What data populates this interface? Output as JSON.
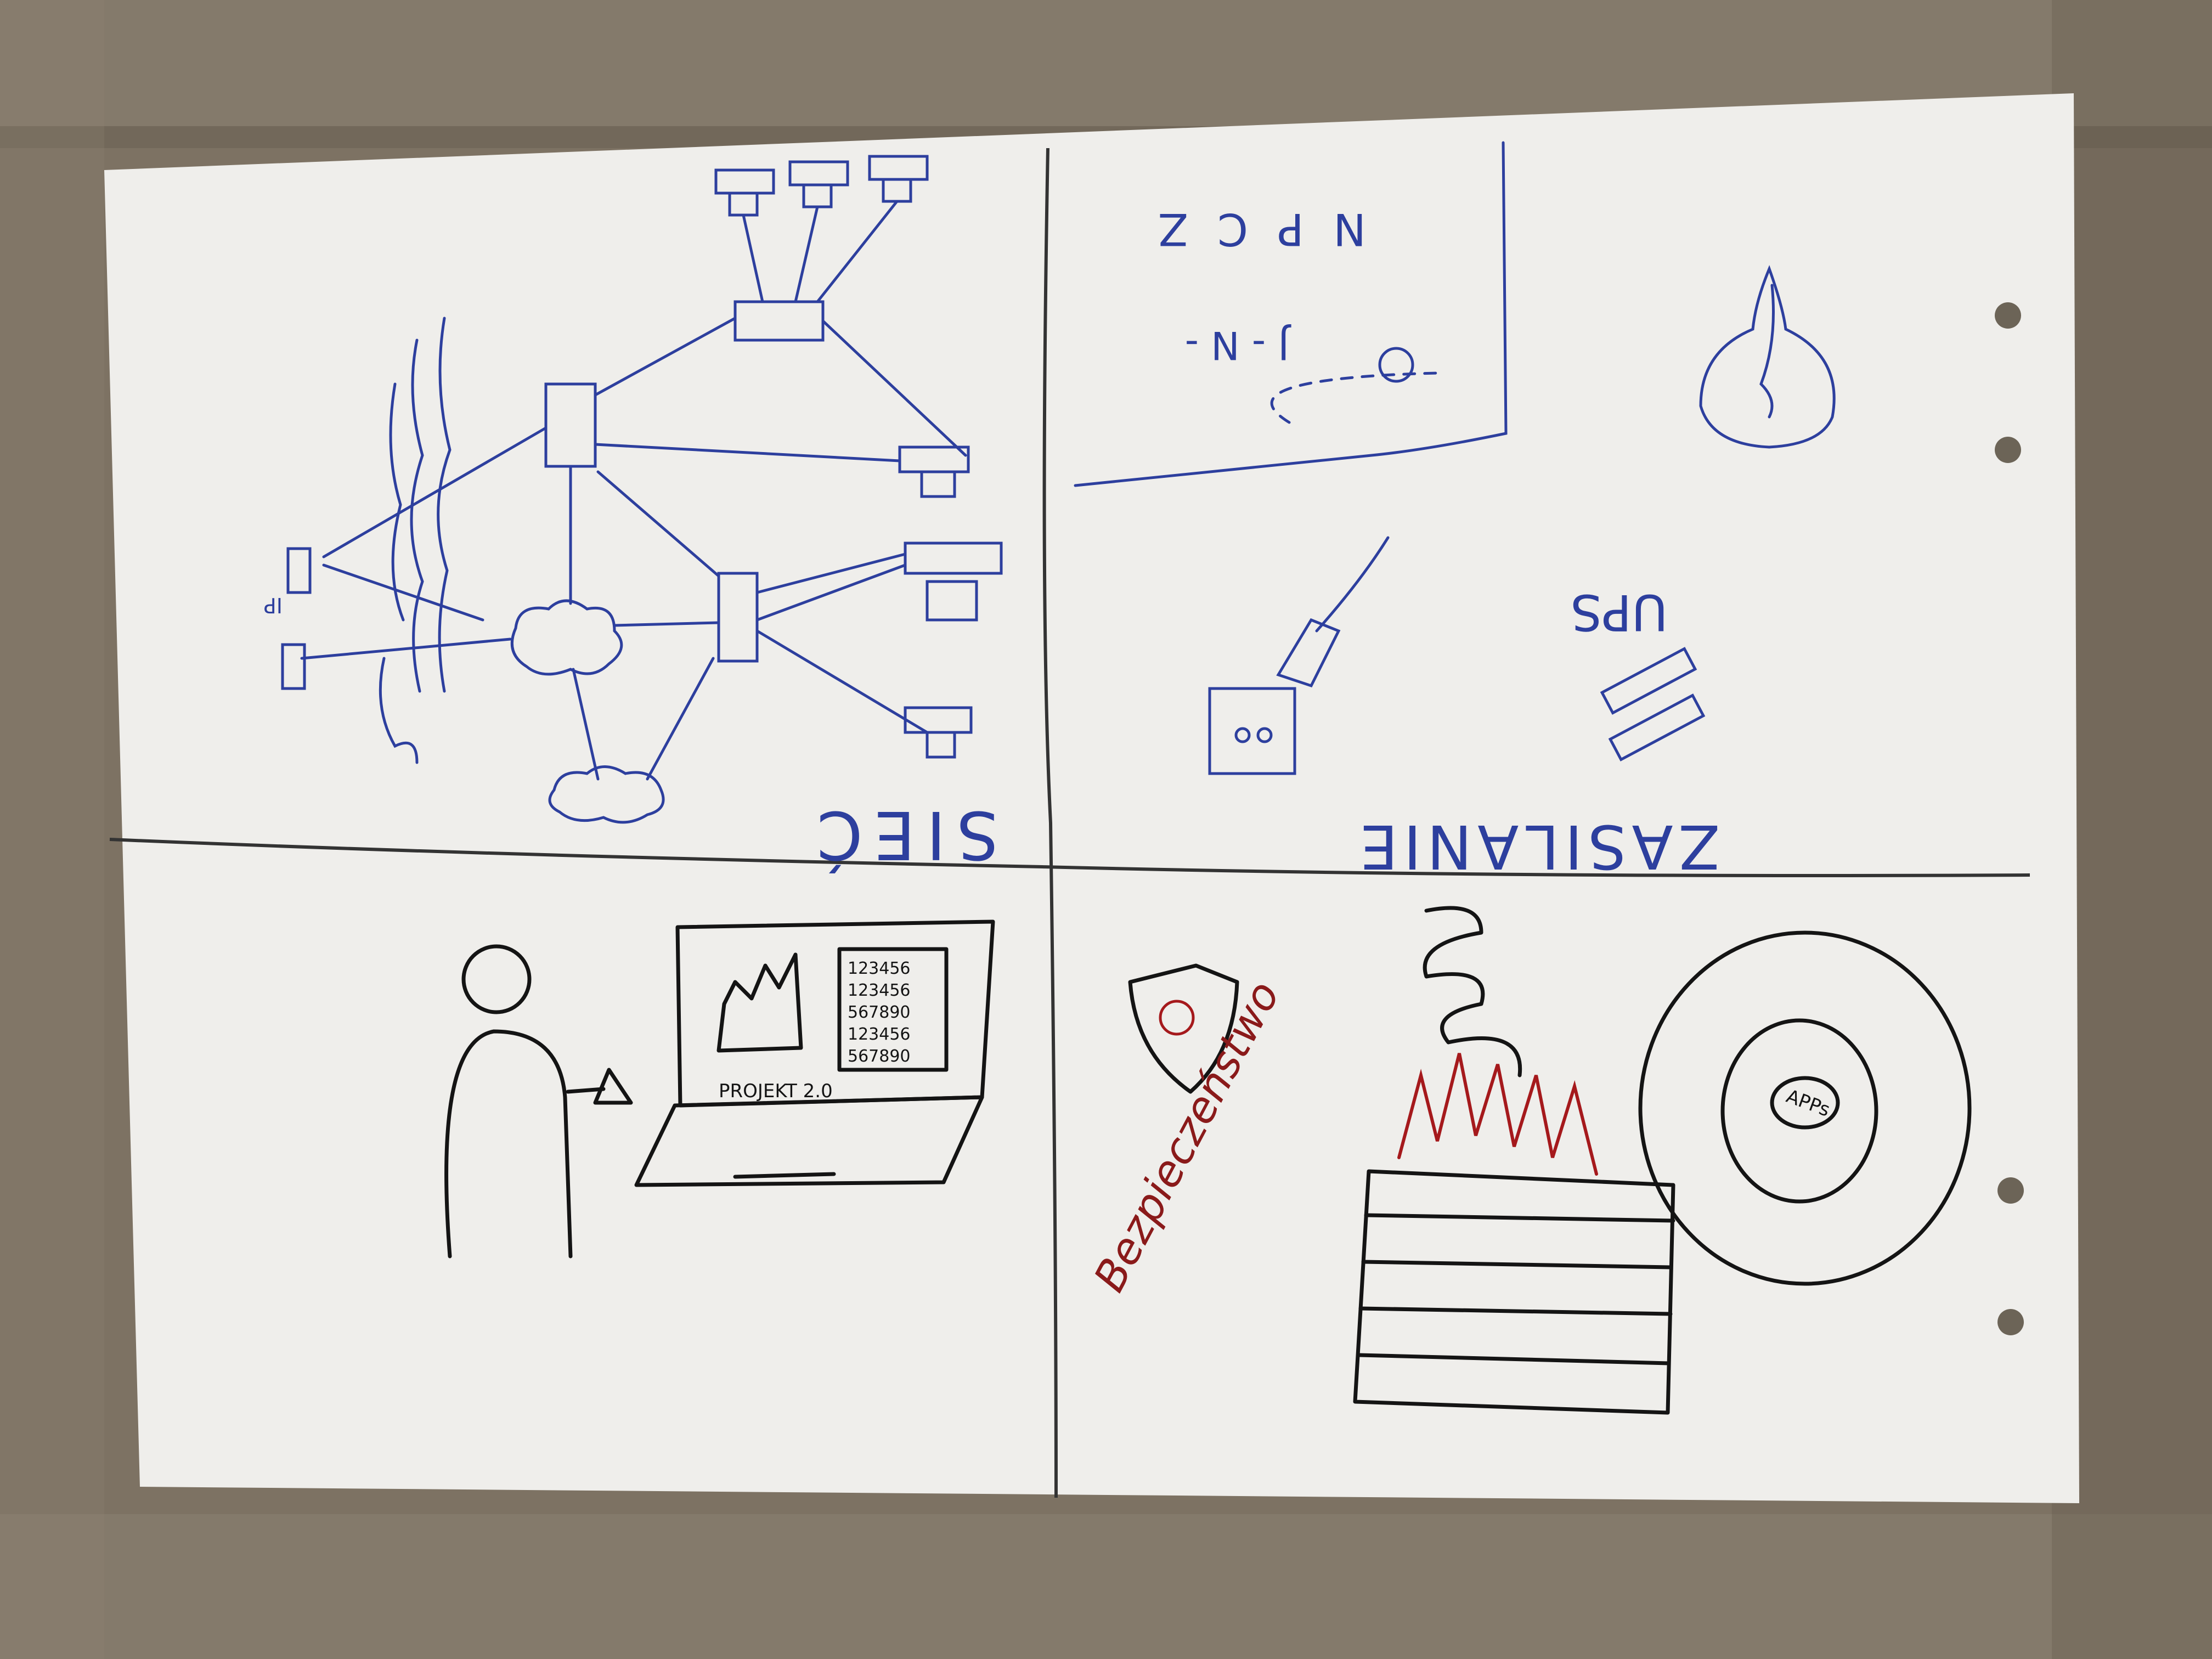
{
  "photo": {
    "floor_color": "#7d7263",
    "floor_plank_light": "#8f8575",
    "floor_plank_dark": "#5f564a",
    "paper_color": "#efeeeb",
    "ink_blue": "#2d3f9e",
    "ink_black": "#141414",
    "ink_red": "#a5191c",
    "ink_darkred": "#8a1a1a"
  },
  "labels": {
    "network": "SIEĆ",
    "power": "ZASILANIE",
    "ups": "UPS",
    "security": "Bezpieczeństwo",
    "project": "PROJEKT 2.0",
    "ip": "IP",
    "apps": "APPs",
    "lan_legend": "N P C Z",
    "lan_sub": "J - N -"
  },
  "screen_numbers": [
    "123456",
    "123456",
    "567890",
    "123456",
    "567890"
  ]
}
